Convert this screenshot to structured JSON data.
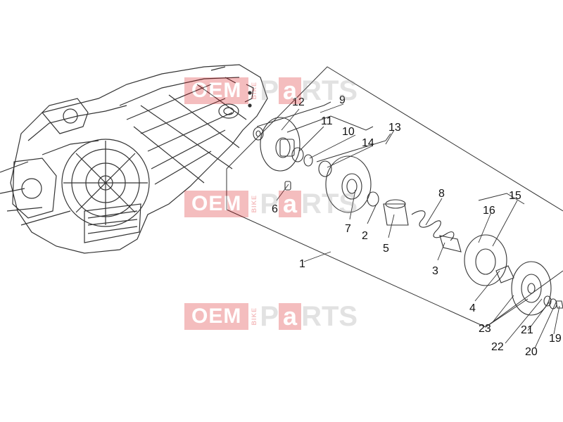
{
  "part_labels": [
    {
      "id": "p1",
      "text": "1"
    },
    {
      "id": "p2",
      "text": "2"
    },
    {
      "id": "p3",
      "text": "3"
    },
    {
      "id": "p4",
      "text": "4"
    },
    {
      "id": "p5",
      "text": "5"
    },
    {
      "id": "p6",
      "text": "6"
    },
    {
      "id": "p7",
      "text": "7"
    },
    {
      "id": "p8",
      "text": "8"
    },
    {
      "id": "p9",
      "text": "9"
    },
    {
      "id": "p10",
      "text": "10"
    },
    {
      "id": "p11",
      "text": "11"
    },
    {
      "id": "p12",
      "text": "12"
    },
    {
      "id": "p13",
      "text": "13"
    },
    {
      "id": "p14",
      "text": "14"
    },
    {
      "id": "p15",
      "text": "15"
    },
    {
      "id": "p16",
      "text": "16"
    },
    {
      "id": "p19",
      "text": "19"
    },
    {
      "id": "p20",
      "text": "20"
    },
    {
      "id": "p21",
      "text": "21"
    },
    {
      "id": "p22",
      "text": "22"
    },
    {
      "id": "p23",
      "text": "23"
    }
  ],
  "watermark": {
    "oem": "OEM",
    "bike": "BIKE",
    "p": "P",
    "a": "a",
    "rts": "RTS",
    "color": "#d9161b"
  },
  "colors": {
    "line": "#333333",
    "ink": "#111111"
  }
}
